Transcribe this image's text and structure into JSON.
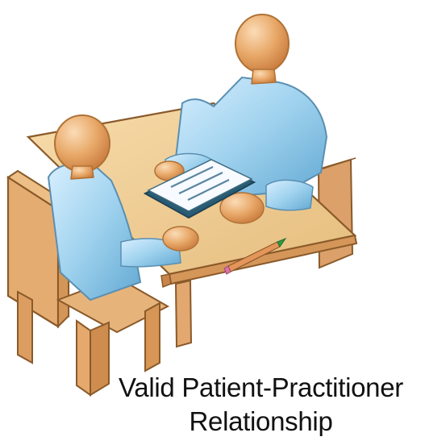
{
  "caption": {
    "line1": "Valid Patient-Practitioner",
    "line2": "Relationship"
  },
  "illustration": {
    "figures": [
      "practitioner",
      "patient"
    ],
    "objects": [
      "desk",
      "chair",
      "clipboard-document",
      "pencil"
    ]
  },
  "colors": {
    "skin": "#e8a868",
    "shirt": "#9fd2ee",
    "wood": "#e9b47b",
    "desk_top": "#f0cf96",
    "outline": "#8a5a2a",
    "pencil_tip": "#2d9b43",
    "pencil_eraser": "#e070a8",
    "clipboard": "#2a5c74"
  }
}
